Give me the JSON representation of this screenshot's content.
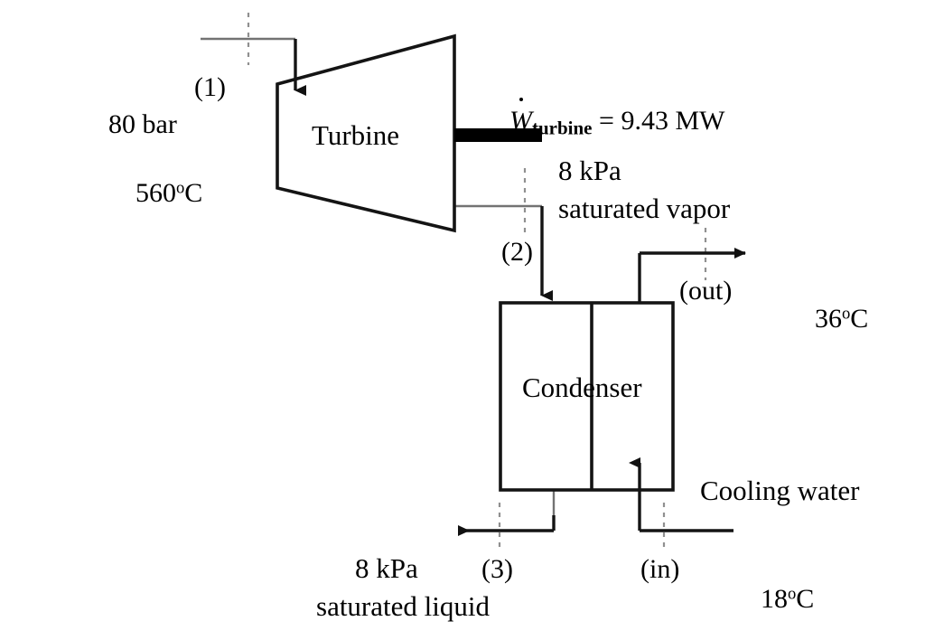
{
  "diagram": {
    "title": "Steam turbine and condenser schematic",
    "colors": {
      "line": "#1a1a1a",
      "thin_line": "#6e6e6e",
      "dash_line": "#8a8a8a",
      "shaft": "#000000",
      "background": "#ffffff",
      "text": "#000000"
    },
    "equipment": [
      {
        "id": "turbine",
        "label": "Turbine"
      },
      {
        "id": "condenser",
        "label": "Condenser"
      }
    ],
    "state_labels": [
      {
        "id": "state-1",
        "text": "(1)"
      },
      {
        "id": "state-2",
        "text": "(2)"
      },
      {
        "id": "state-3",
        "text": "(3)"
      },
      {
        "id": "state-out",
        "text": "(out)"
      },
      {
        "id": "state-in",
        "text": "(in)"
      }
    ],
    "annotations": {
      "inlet_pressure": "80 bar",
      "inlet_temperature": "560",
      "inlet_temperature_unit": "C",
      "turbine_exit_pressure": "8 kPa",
      "turbine_exit_quality": "saturated vapor",
      "condenser_exit_pressure": "8 kPa",
      "condenser_exit_quality": "saturated liquid",
      "cooling_water": "Cooling water",
      "cooling_water_out_temperature": "36",
      "cooling_water_out_unit": "C",
      "cooling_water_in_temperature": "18",
      "cooling_water_in_unit": "C"
    },
    "work": {
      "symbol": "W",
      "subscript": "turbine",
      "equals": "=",
      "value": "9.43",
      "unit": "MW"
    }
  }
}
